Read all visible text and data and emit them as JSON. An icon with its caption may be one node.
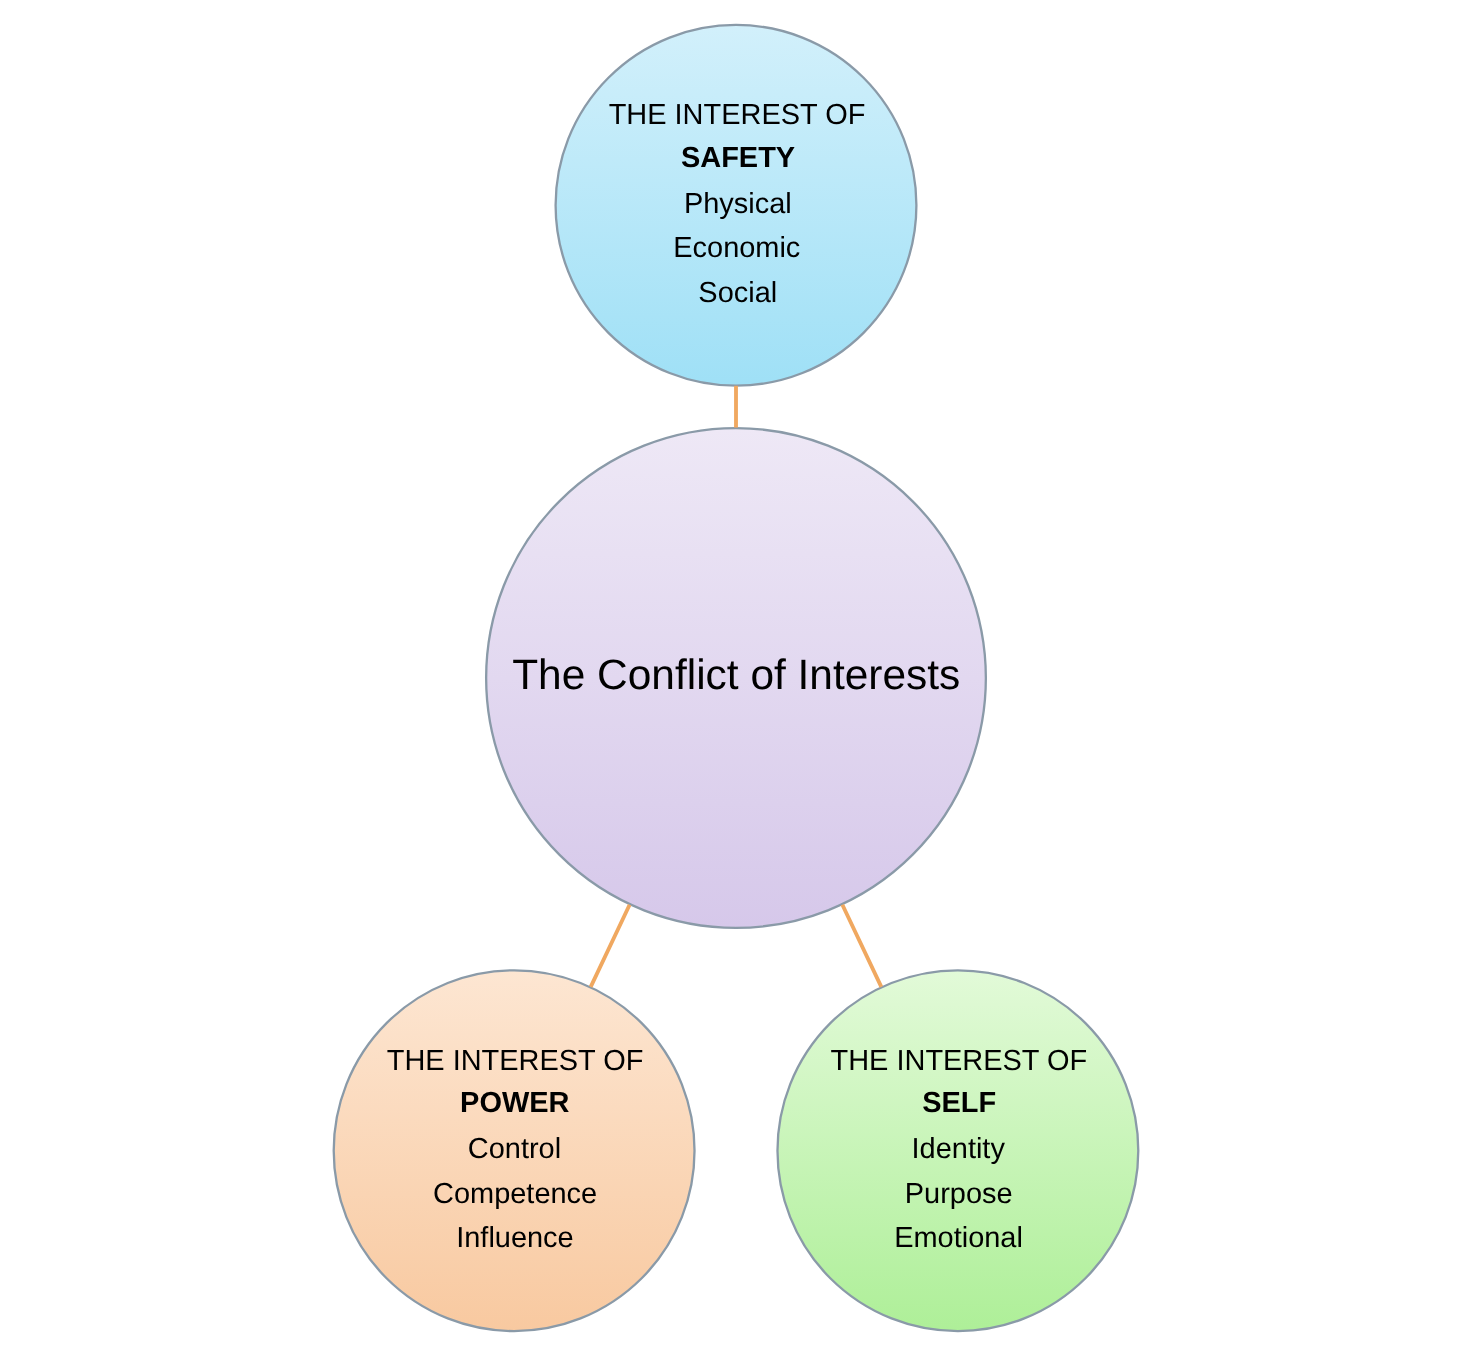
{
  "diagram": {
    "nodes": [
      {
        "text": [
          "THE INTEREST OF",
          "SAFETY",
          "Physical",
          "Economic",
          "Social"
        ]
      },
      {
        "text": [
          "The Conflict of Interests"
        ]
      },
      {
        "text": [
          "THE INTEREST OF",
          "POWER",
          "Control",
          "Competence",
          "Influence"
        ]
      },
      {
        "text": [
          "THE INTEREST OF",
          "SELF",
          "Identity",
          "Purpose",
          "Emotional"
        ]
      }
    ],
    "edges": [
      {
        "from": 0,
        "to": 1,
        "arrow": "none"
      },
      {
        "from": 1,
        "to": 2,
        "arrow": "none"
      },
      {
        "from": 1,
        "to": 3,
        "arrow": "none"
      }
    ]
  }
}
